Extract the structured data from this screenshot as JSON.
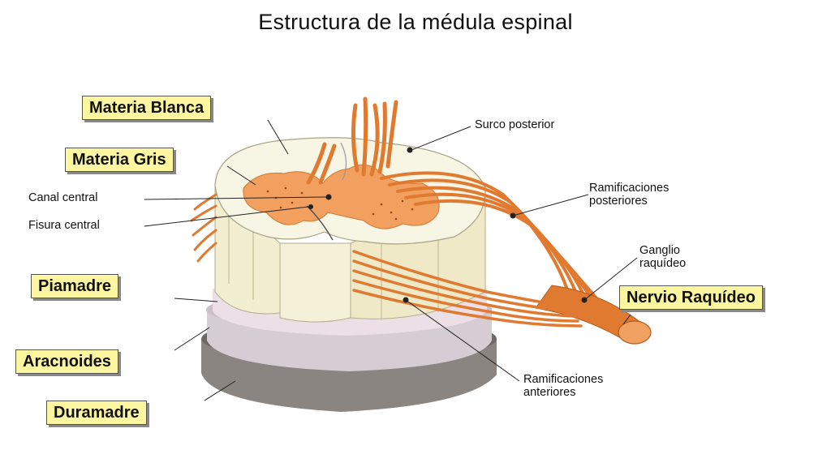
{
  "title": "Estructura de la médula espinal",
  "labels": {
    "materia_blanca": "Materia Blanca",
    "materia_gris": "Materia Gris",
    "canal_central": "Canal central",
    "fisura_central": "Fisura central",
    "piamadre": "Piamadre",
    "aracnoides": "Aracnoides",
    "duramadre": "Duramadre",
    "surco_posterior": "Surco posterior",
    "ramificaciones_posteriores": [
      "Ramificaciones",
      "posteriores"
    ],
    "ganglio_raquideo": [
      "Ganglio",
      "raquídeo"
    ],
    "nervio_raquideo": "Nervio Raquídeo",
    "ramificaciones_anteriores": [
      "Ramificaciones",
      "anteriores"
    ]
  },
  "colors": {
    "nerve": "#e07a30",
    "grey_matter": "#f2a060",
    "white_matter": "#f4f1d8",
    "piamadre": "#e8dbe2",
    "aracnoides": "#d6ccd4",
    "duramadre": "#8a8580",
    "label_box": "#fdf6a0"
  }
}
